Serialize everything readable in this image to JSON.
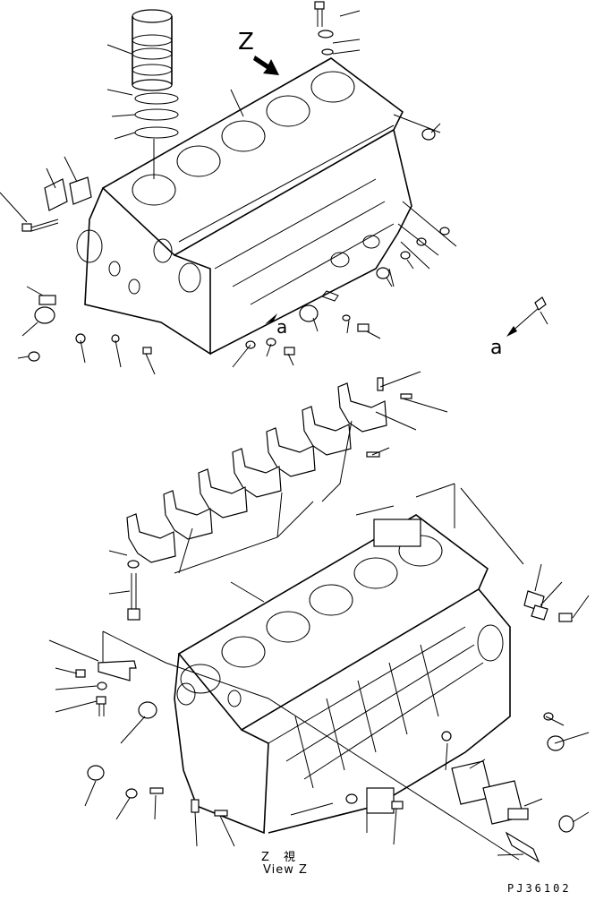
{
  "labels": {
    "view_z_marker": "Z",
    "view_a_marker": "a",
    "view_a_marker_small": "a",
    "view_z_japanese": "Z 視",
    "view_z_english": "View Z",
    "drawing_code": "PJ36102"
  },
  "colors": {
    "ink": "#000000",
    "paper": "#ffffff"
  },
  "icons": [
    "arrow-z-icon",
    "arrow-a-icon"
  ]
}
